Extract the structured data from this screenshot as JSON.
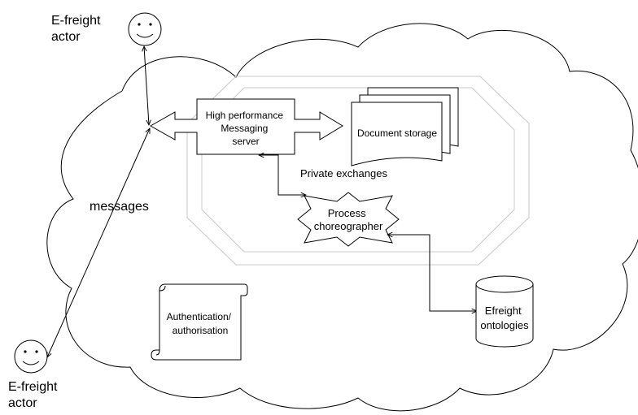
{
  "actors": {
    "top": [
      "E-freight",
      "actor"
    ],
    "bottom": [
      "E-freight",
      "actor"
    ]
  },
  "messages_label": "messages",
  "messaging_server": [
    "High performance",
    "Messaging",
    "server"
  ],
  "document_storage": "Document storage",
  "private_exchanges": "Private exchanges",
  "process_choreographer": [
    "Process",
    "choreographer"
  ],
  "authentication": [
    "Authentication/",
    "authorisation"
  ],
  "ontologies": [
    "Efreight",
    "ontologies"
  ]
}
